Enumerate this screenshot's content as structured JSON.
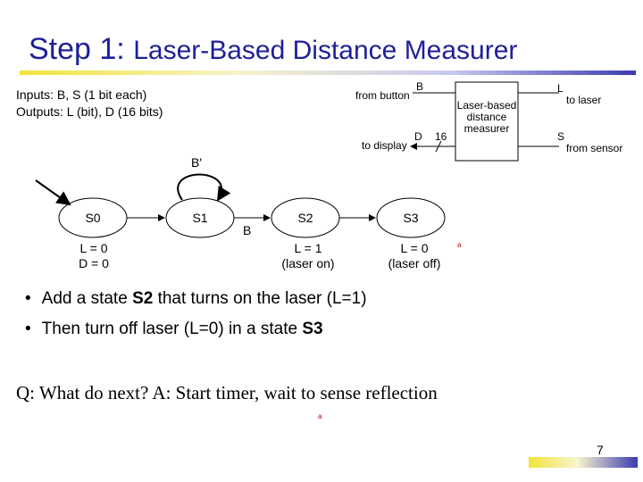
{
  "slide": {
    "title_prefix": "Step 1:",
    "title_rest": "Laser-Based Distance Measurer",
    "page_number": "7"
  },
  "io": {
    "inputs": "Inputs: B, S (1 bit each)",
    "outputs": "Outputs: L (bit), D (16 bits)"
  },
  "block": {
    "label": "Laser-based distance measurer",
    "port_b": "B",
    "port_b_source": "from button",
    "port_d": "D",
    "port_d_width": "16",
    "port_d_dest": "to display",
    "port_l": "L",
    "port_l_dest": "to laser",
    "port_s": "S",
    "port_s_source": "from sensor"
  },
  "fsm": {
    "states": [
      "S0",
      "S1",
      "S2",
      "S3"
    ],
    "self_loop_label": "B'",
    "transition_label": "B",
    "s0_outputs": [
      "L = 0",
      "D = 0"
    ],
    "s2_outputs": [
      "L = 1",
      "(laser on)"
    ],
    "s3_outputs": [
      "L = 0",
      "(laser off)"
    ],
    "markers": [
      "a",
      "a"
    ]
  },
  "bullets": {
    "items": [
      {
        "pre": "Add a state ",
        "bold": "S2",
        "post": " that turns on the laser (L=1)"
      },
      {
        "pre": "Then turn off laser (L=0) in a state ",
        "bold": "S3",
        "post": ""
      }
    ],
    "bullet_char": "•"
  },
  "qa": {
    "text": "Q: What do next?  A: Start timer, wait to sense reflection"
  },
  "colors": {
    "title": "#1f1f9a",
    "deco_yellow": "#f2e33a",
    "deco_blue": "#3a3ab0"
  }
}
